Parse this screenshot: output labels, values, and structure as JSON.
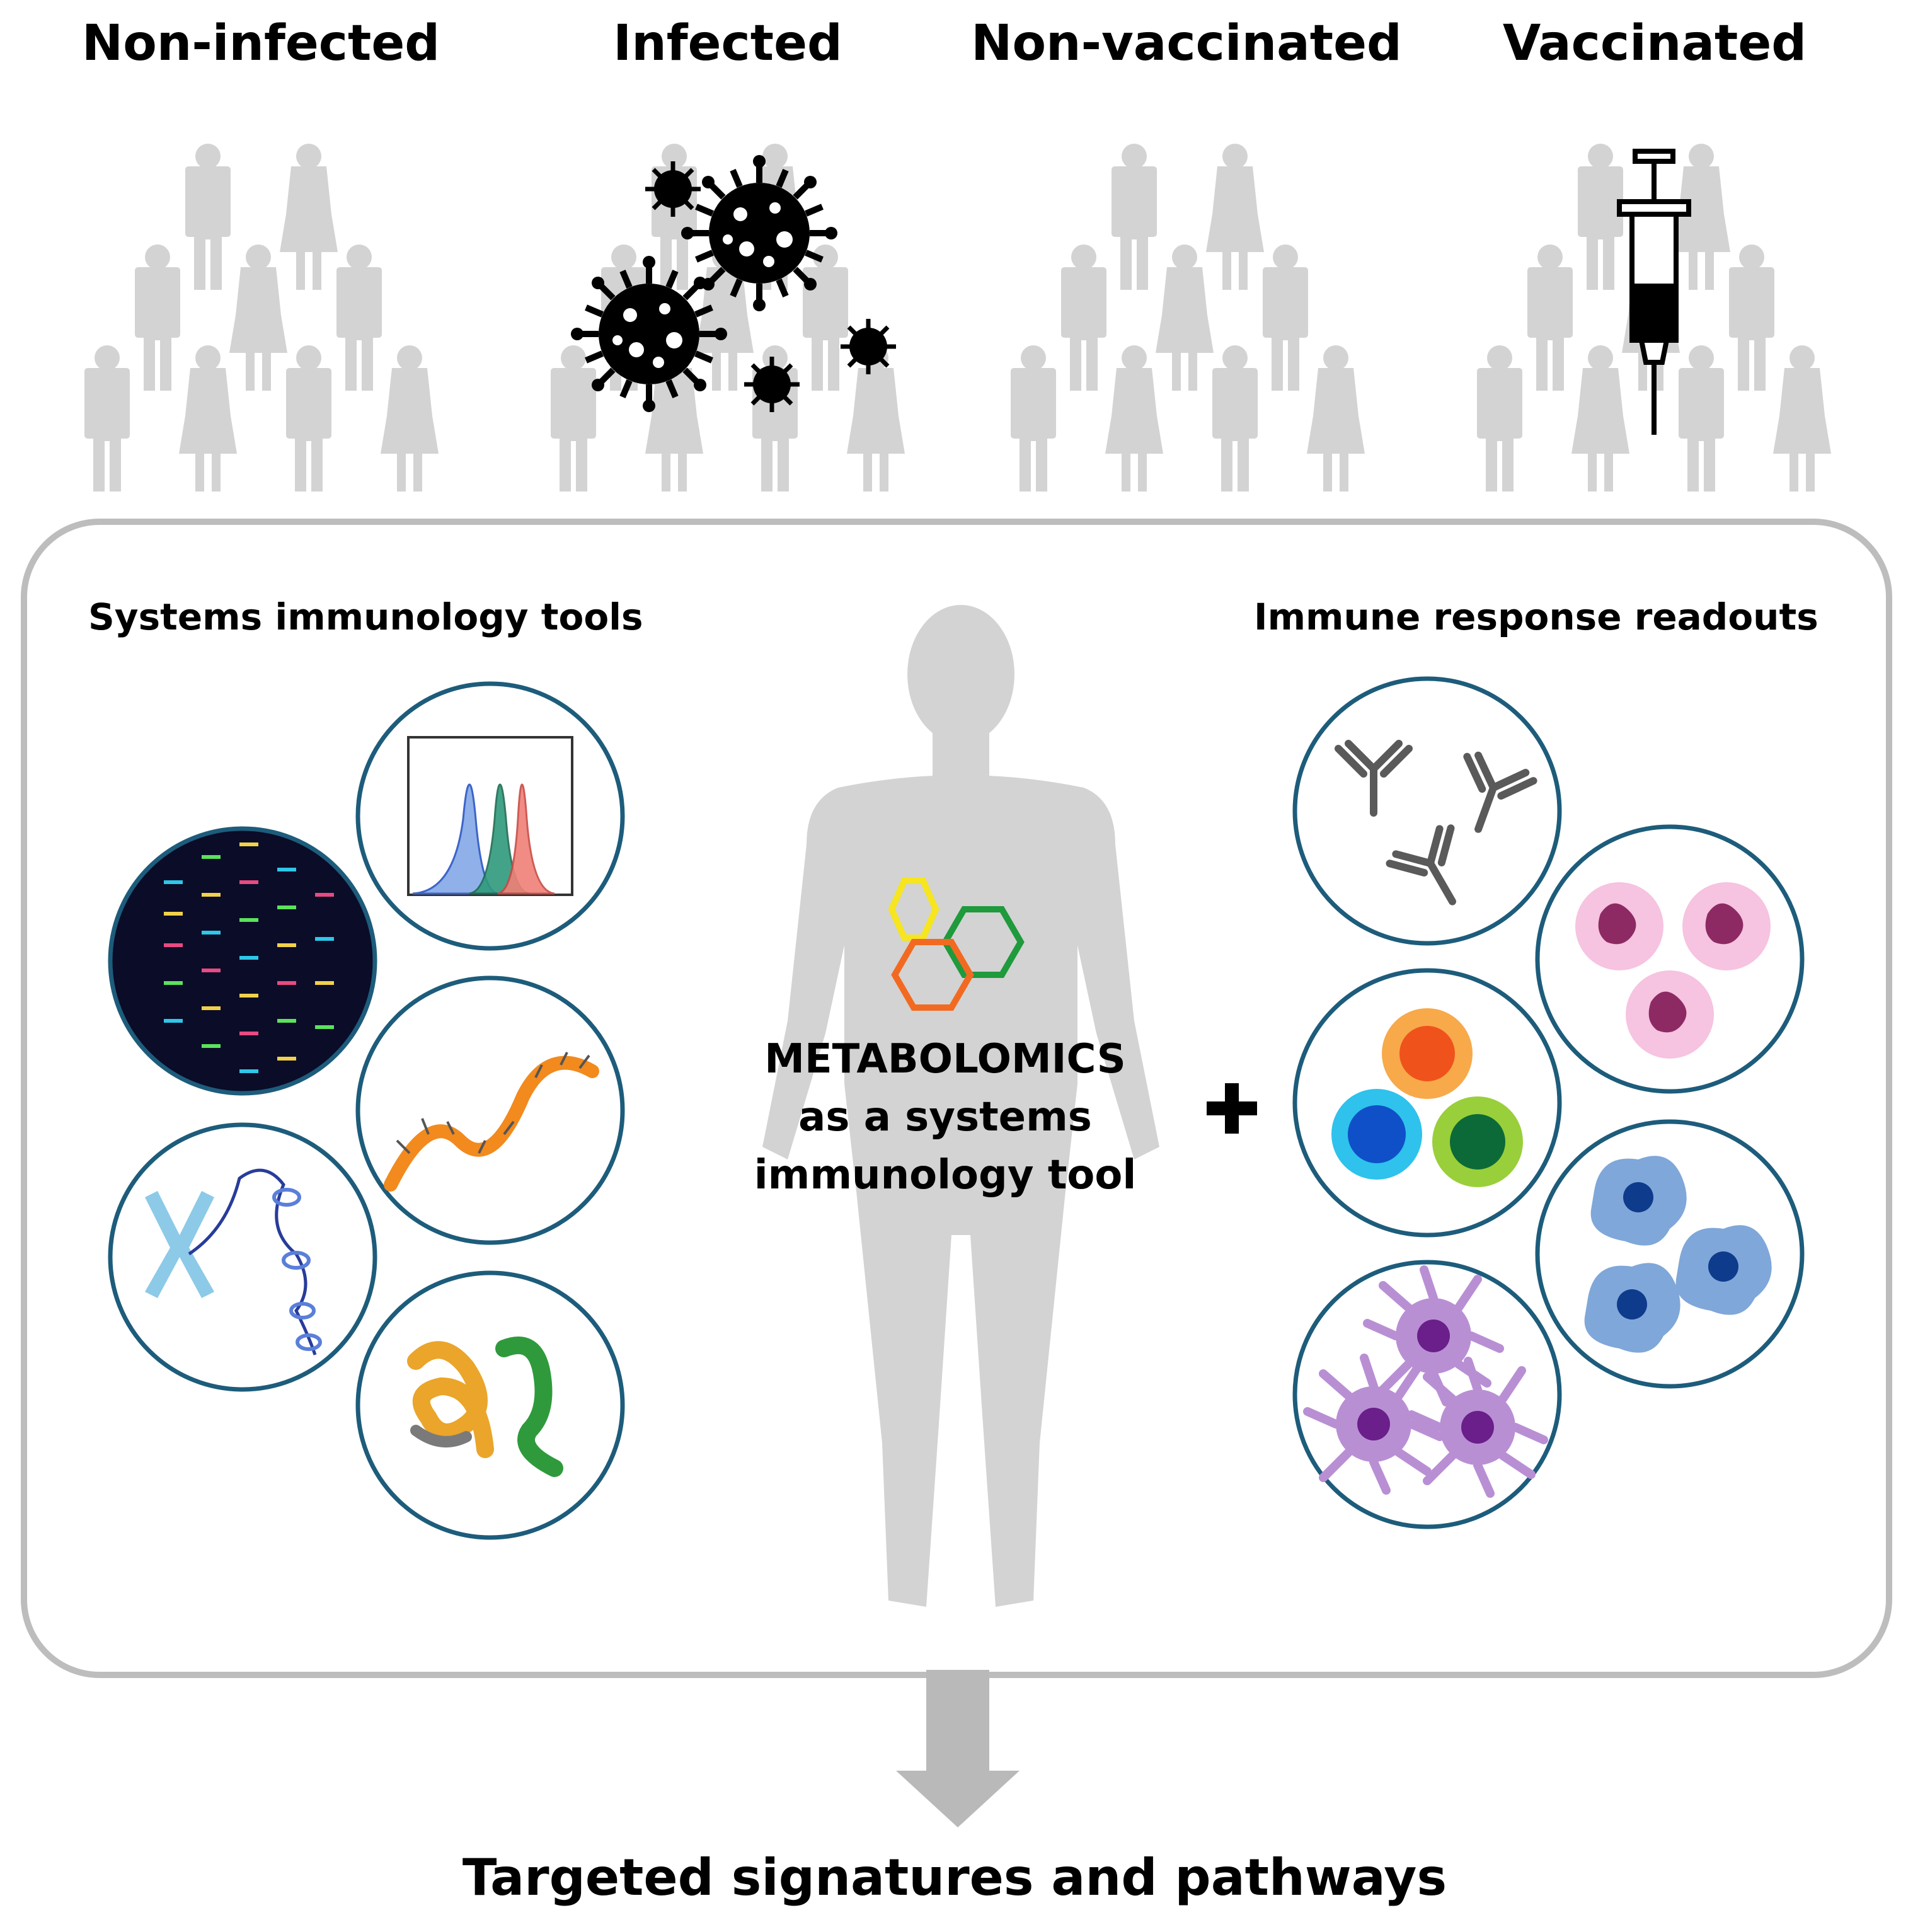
{
  "groups": [
    {
      "label": "Non-infected"
    },
    {
      "label": "Infected"
    },
    {
      "label": "Non-vaccinated"
    },
    {
      "label": "Vaccinated"
    }
  ],
  "left_panel": {
    "title": "Systems immunology tools",
    "icons": [
      "flow-cytometry-histogram-icon",
      "dna-sequencing-gel-icon",
      "rna-strand-icon",
      "chromosome-dna-icon",
      "protein-structure-icon"
    ]
  },
  "center": {
    "line1": "METABOLOMICS",
    "line2": "as a systems",
    "line3": "immunology tool",
    "plus": "+"
  },
  "right_panel": {
    "title": "Immune response readouts",
    "icons": [
      "antibody-icon",
      "neutrophil-icon",
      "lymphocyte-icon",
      "macrophage-icon",
      "dendritic-cell-icon"
    ]
  },
  "footer": {
    "label": "Targeted signatures and pathways"
  },
  "colors": {
    "person": "#d3d3d3",
    "panel_border": "#bdbdbd",
    "circle_border": "#1d5c7b",
    "arrow": "#b9b9b9",
    "hex_yellow": "#f6e51f",
    "hex_green": "#1f9a3c",
    "hex_orange": "#f26a21"
  }
}
